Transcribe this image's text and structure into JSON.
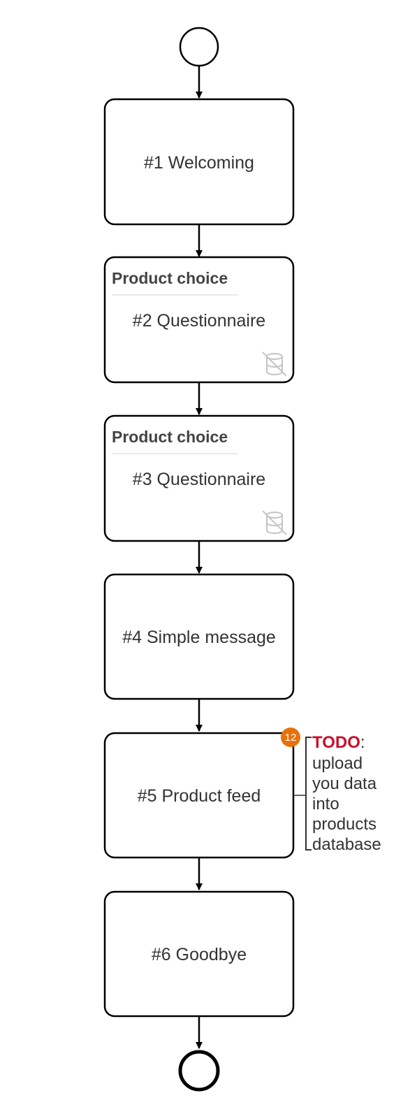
{
  "diagram": {
    "start_event": {
      "name": "start-event"
    },
    "end_event": {
      "name": "end-event"
    },
    "tasks": [
      {
        "id": "1",
        "label": "#1 Welcoming",
        "group": "",
        "data_icon": false
      },
      {
        "id": "2",
        "label": "#2 Questionnaire",
        "group": "Product choice",
        "data_icon": true
      },
      {
        "id": "3",
        "label": "#3 Questionnaire",
        "group": "Product choice",
        "data_icon": true
      },
      {
        "id": "4",
        "label": "#4 Simple message",
        "group": "",
        "data_icon": false
      },
      {
        "id": "5",
        "label": "#5 Product feed",
        "group": "",
        "data_icon": false
      },
      {
        "id": "6",
        "label": "#6 Goodbye",
        "group": "",
        "data_icon": false
      }
    ],
    "badge": {
      "task": "5",
      "count": "12",
      "color": "#e8710a"
    },
    "annotation": {
      "task": "5",
      "todo_label": "TODO",
      "todo_suffix": ":",
      "lines": [
        "upload",
        "you data",
        "into",
        "products",
        "database"
      ],
      "todo_color": "#c8102e"
    },
    "icons": {
      "data_store": "database-off-icon"
    }
  }
}
